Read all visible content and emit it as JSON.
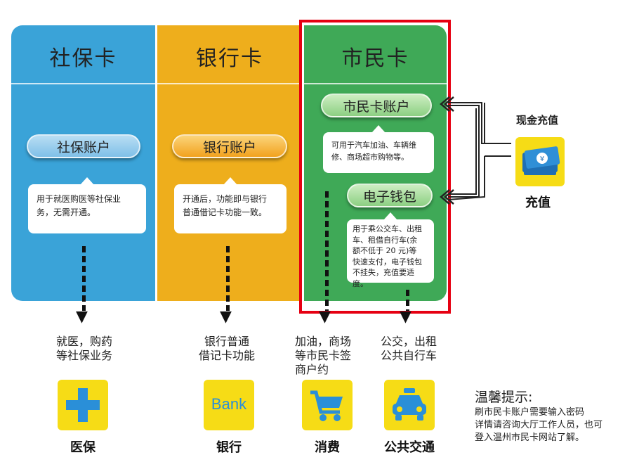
{
  "columns": {
    "social": {
      "title": "社保卡",
      "account": "社保账户",
      "desc_lines": [
        "用于就医购医等社保业",
        "务，无需开通。"
      ],
      "dest_lines": [
        "就医，购药",
        "等社保业务"
      ],
      "icon_label": "医保",
      "icon_name": "medical-cross-icon"
    },
    "bank": {
      "title": "银行卡",
      "account": "银行账户",
      "desc_lines": [
        "开通后，功能即与银行",
        "普通借记卡功能一致。"
      ],
      "dest_lines": [
        "银行普通",
        "借记卡功能"
      ],
      "icon_label": "银行",
      "icon_name": "bank-icon",
      "icon_text": "Bank"
    },
    "citizen": {
      "title": "市民卡",
      "account": "市民卡账户",
      "account_desc_lines": [
        "可用于汽车加油、车辆维",
        "修、商场超市购物等。"
      ],
      "wallet": "电子钱包",
      "wallet_desc_lines": [
        "用于乘公交车、出租",
        "车、租借自行车(余",
        "额不低于 20 元)等",
        "快速支付，电子钱包",
        "不挂失，充值要适度。"
      ],
      "dest_left_lines": [
        "加油，商场",
        "等市民卡签",
        "商户约"
      ],
      "dest_right_lines": [
        "公交，出租",
        "公共自行车"
      ],
      "icon_left_label": "消费",
      "icon_right_label": "公共交通",
      "icon_left_name": "shopping-cart-icon",
      "icon_right_name": "taxi-icon"
    }
  },
  "recharge": {
    "title": "现金充值",
    "label": "充值",
    "icon_name": "cash-recharge-icon",
    "currency_symbol": "¥"
  },
  "tips": {
    "title": "温馨提示:",
    "lines": [
      "刷市民卡账户需要输入密码",
      "详情请咨询大厅工作人员，也可",
      "登入温州市民卡网站了解。"
    ]
  },
  "colors": {
    "social": "#3aa3d8",
    "bank": "#eeae1c",
    "citizen": "#3fa957",
    "highlight": "#e60012",
    "icon_bg": "#f6dc16"
  }
}
